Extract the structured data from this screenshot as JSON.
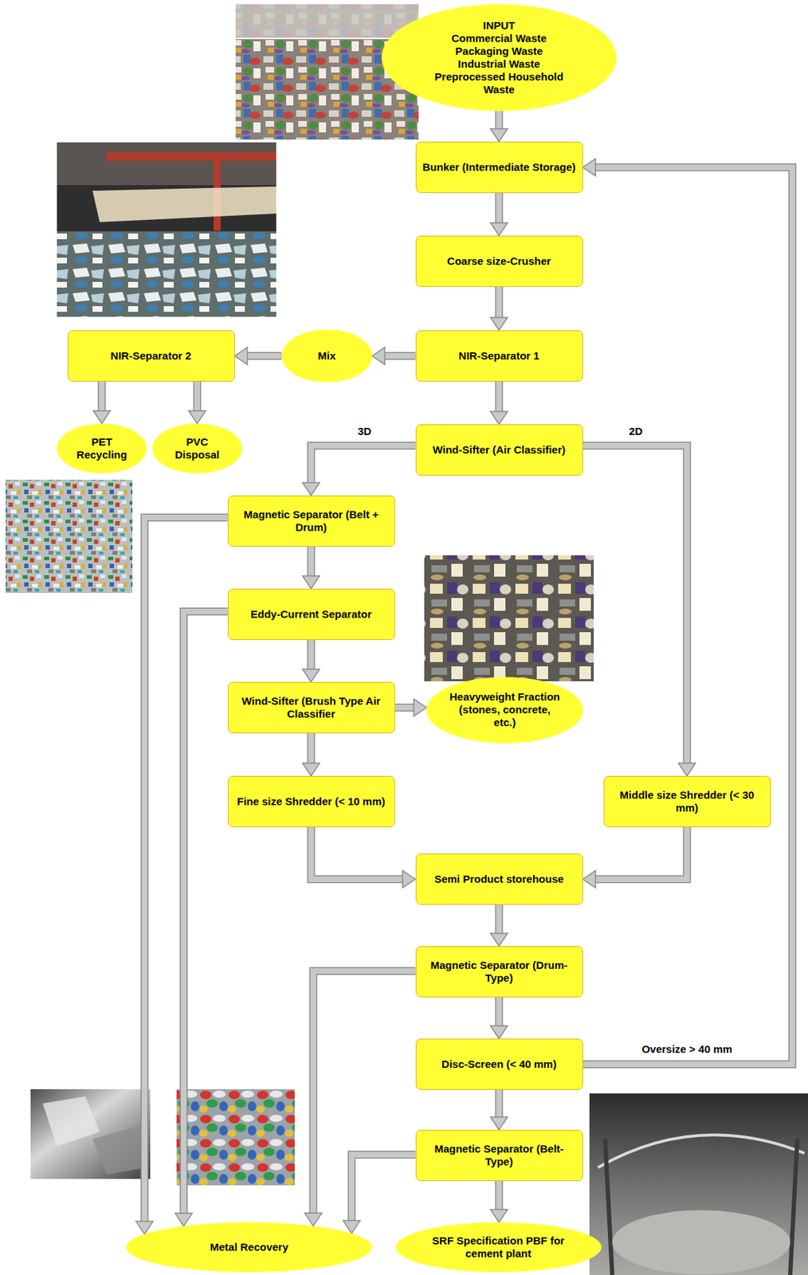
{
  "diagram": {
    "nodes": [
      {
        "text": [
          "INPUT",
          "Commercial Waste",
          "Packaging Waste",
          "Industrial Waste",
          "Preprocessed Household Waste"
        ]
      },
      {
        "text": [
          "Bunker (Intermediate Storage)"
        ]
      },
      {
        "text": [
          "Coarse size-Crusher"
        ]
      },
      {
        "text": [
          "NIR-Separator 2"
        ]
      },
      {
        "text": [
          "Mix"
        ]
      },
      {
        "text": [
          "NIR-Separator 1"
        ]
      },
      {
        "text": [
          "PET Recycling"
        ]
      },
      {
        "text": [
          "PVC Disposal"
        ]
      },
      {
        "text": [
          "Wind-Sifter (Air Classifier)"
        ]
      },
      {
        "text": [
          "Magnetic Separator (Belt + Drum)"
        ]
      },
      {
        "text": [
          "Eddy-Current Separator"
        ]
      },
      {
        "text": [
          "Wind-Sifter (Brush Type Air Classifier"
        ]
      },
      {
        "text": [
          "Heavyweight Fraction (stones, concrete, etc.)"
        ]
      },
      {
        "text": [
          "Fine size Shredder (< 10 mm)"
        ]
      },
      {
        "text": [
          "Middle size Shredder (< 30 mm)"
        ]
      },
      {
        "text": [
          "Semi Product storehouse"
        ]
      },
      {
        "text": [
          "Magnetic Separator (Drum-Type)"
        ]
      },
      {
        "text": [
          "Disc-Screen (< 40 mm)"
        ]
      },
      {
        "text": [
          "Magnetic Separator (Belt-Type)"
        ]
      },
      {
        "text": [
          "Metal Recovery"
        ]
      },
      {
        "text": [
          "SRF Specification PBF for cement plant"
        ]
      }
    ],
    "edges": [
      {
        "from": 0,
        "to": 1,
        "arrow": "to"
      },
      {
        "from": 1,
        "to": 2,
        "arrow": "to"
      },
      {
        "from": 2,
        "to": 5,
        "arrow": "to"
      },
      {
        "from": 5,
        "to": 4,
        "arrow": "to"
      },
      {
        "from": 4,
        "to": 3,
        "arrow": "to"
      },
      {
        "from": 3,
        "to": 6,
        "arrow": "to"
      },
      {
        "from": 3,
        "to": 7,
        "arrow": "to"
      },
      {
        "from": 5,
        "to": 8,
        "arrow": "to"
      },
      {
        "from": 8,
        "to": 9,
        "label": "3D",
        "arrow": "to"
      },
      {
        "from": 8,
        "to": 14,
        "label": "2D",
        "arrow": "to"
      },
      {
        "from": 9,
        "to": 10,
        "arrow": "to"
      },
      {
        "from": 9,
        "to": 19,
        "arrow": "to"
      },
      {
        "from": 10,
        "to": 11,
        "arrow": "to"
      },
      {
        "from": 10,
        "to": 19,
        "arrow": "to"
      },
      {
        "from": 11,
        "to": 12,
        "arrow": "to"
      },
      {
        "from": 11,
        "to": 13,
        "arrow": "to"
      },
      {
        "from": 13,
        "to": 15,
        "arrow": "to"
      },
      {
        "from": 14,
        "to": 15,
        "arrow": "to"
      },
      {
        "from": 15,
        "to": 16,
        "arrow": "to"
      },
      {
        "from": 16,
        "to": 17,
        "arrow": "to"
      },
      {
        "from": 16,
        "to": 19,
        "arrow": "to"
      },
      {
        "from": 17,
        "to": 1,
        "label": "Oversize > 40 mm",
        "arrow": "to"
      },
      {
        "from": 17,
        "to": 18,
        "arrow": "to"
      },
      {
        "from": 18,
        "to": 20,
        "arrow": "to"
      },
      {
        "from": 18,
        "to": 19,
        "arrow": "to"
      }
    ]
  }
}
